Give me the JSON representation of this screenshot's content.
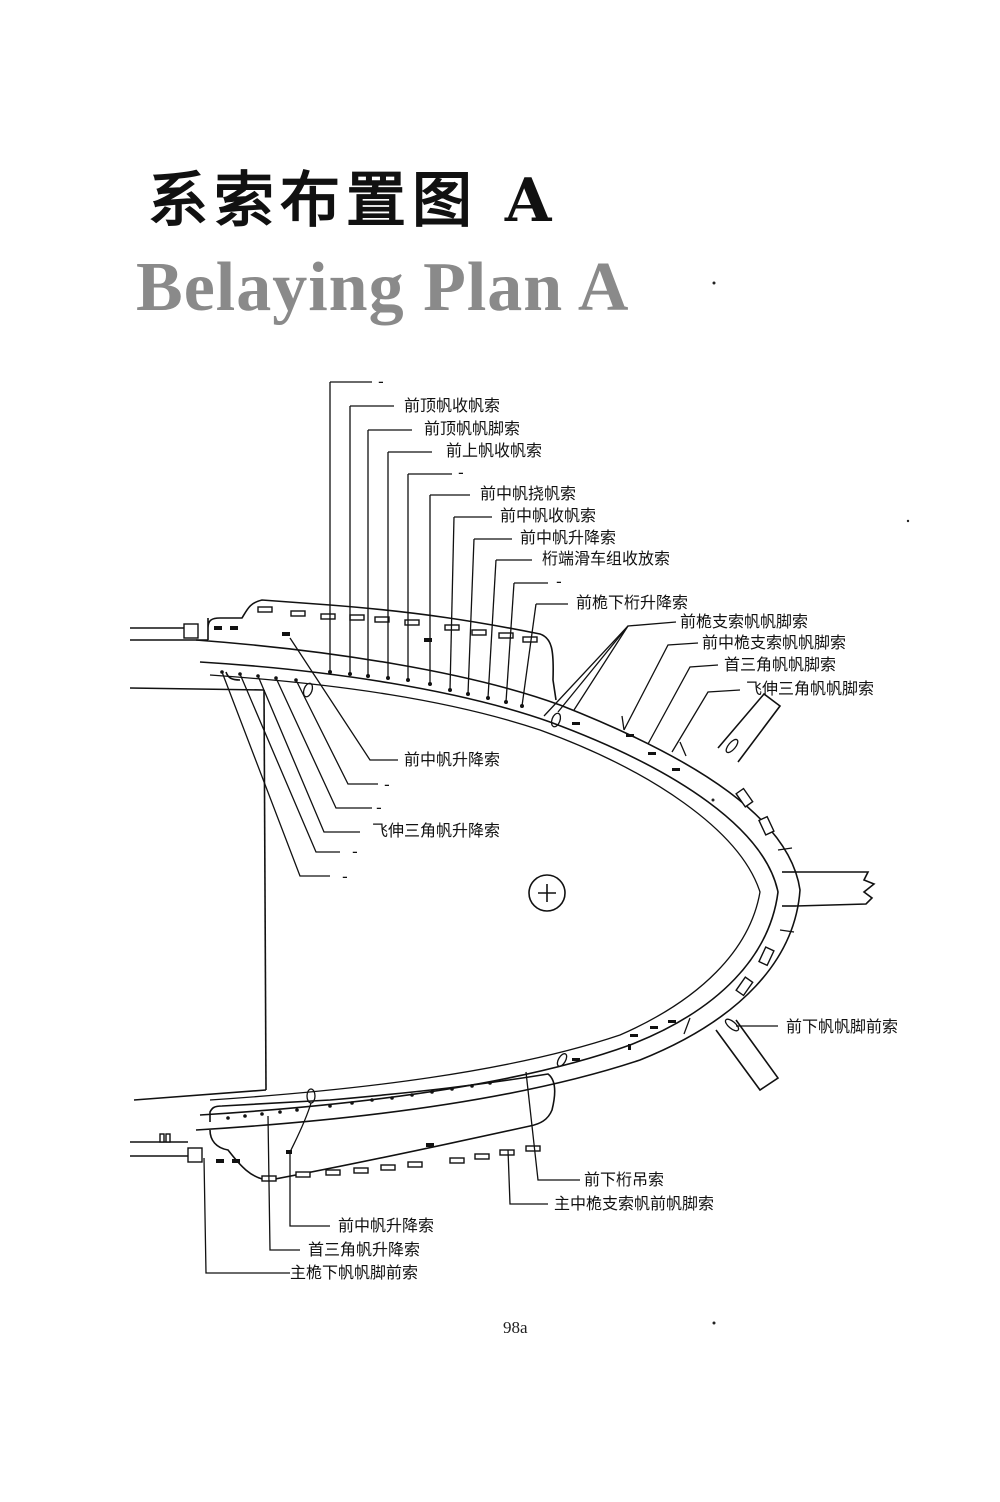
{
  "page": {
    "title_cn": "系索布置图 A",
    "title_en": "Belaying Plan A",
    "page_number": "98a"
  },
  "labels": {
    "top": [
      {
        "id": "blank-1",
        "text": "-"
      },
      {
        "id": "fore-topgallant-clewline",
        "text": "前顶帆收帆索"
      },
      {
        "id": "fore-topgallant-sheet",
        "text": "前顶帆帆脚索"
      },
      {
        "id": "fore-upper-clewline",
        "text": "前上帆收帆索"
      },
      {
        "id": "blank-2",
        "text": "-"
      },
      {
        "id": "fore-topsail-buntline",
        "text": "前中帆挠帆索"
      },
      {
        "id": "fore-topsail-clewline",
        "text": "前中帆收帆索"
      },
      {
        "id": "fore-topsail-halyard",
        "text": "前中帆升降索"
      },
      {
        "id": "yard-tackle-fall",
        "text": "桁端滑车组收放索"
      },
      {
        "id": "blank-3",
        "text": "-"
      },
      {
        "id": "fore-lower-yard-halyard",
        "text": "前桅下桁升降索"
      }
    ],
    "right_upper": [
      {
        "id": "fore-staysail-sheet",
        "text": "前桅支索帆帆脚索"
      },
      {
        "id": "fore-top-staysail-sheet",
        "text": "前中桅支索帆帆脚索"
      },
      {
        "id": "fore-jib-sheet",
        "text": "首三角帆帆脚索"
      },
      {
        "id": "flying-jib-sheet",
        "text": "飞伸三角帆帆脚索"
      }
    ],
    "left_middle": [
      {
        "id": "fore-topsail-halyard-2",
        "text": "前中帆升降索"
      },
      {
        "id": "blank-4",
        "text": "-"
      },
      {
        "id": "blank-5",
        "text": "-"
      },
      {
        "id": "flying-jib-halyard",
        "text": "飞伸三角帆升降索"
      },
      {
        "id": "blank-6",
        "text": "-"
      },
      {
        "id": "blank-7",
        "text": "-"
      }
    ],
    "right_lower": [
      {
        "id": "fore-course-tack",
        "text": "前下帆帆脚前索"
      }
    ],
    "bottom": [
      {
        "id": "fore-lower-yard-sling",
        "text": "前下桁吊索"
      },
      {
        "id": "main-top-staysail-tack",
        "text": "主中桅支索帆前帆脚索"
      },
      {
        "id": "fore-topsail-halyard-3",
        "text": "前中帆升降索"
      },
      {
        "id": "fore-jib-halyard",
        "text": "首三角帆升降索"
      },
      {
        "id": "main-course-tack",
        "text": "主桅下帆帆脚前索"
      }
    ]
  },
  "icons": {
    "mast": "circle-plus-icon"
  }
}
